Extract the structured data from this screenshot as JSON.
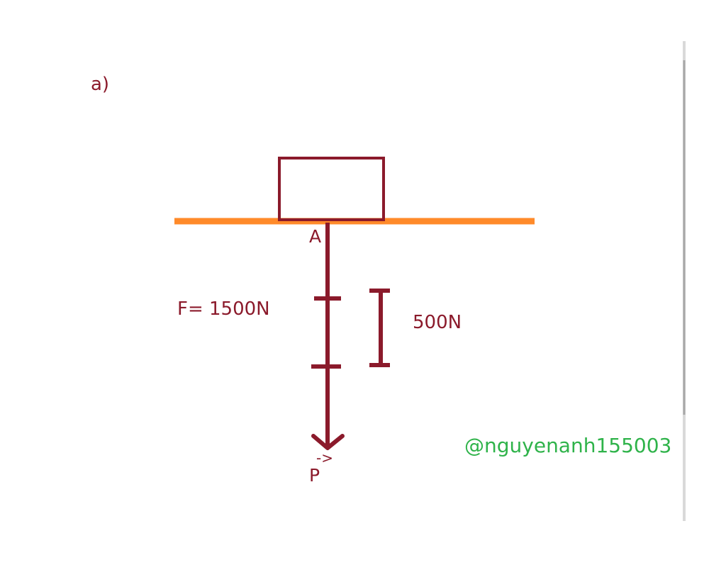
{
  "diagram": {
    "part_label": "a)",
    "point_label": "A",
    "force_label": "F= 1500N",
    "scale_label": "500N",
    "vector_name": "P",
    "vector_mark": "->",
    "watermark": "@nguyenanh155003",
    "colors": {
      "ground": "#ff8a2a",
      "force": "#8b1a2b",
      "scrollbar": "#c8c8c8",
      "watermark": "#2fb34a"
    }
  }
}
